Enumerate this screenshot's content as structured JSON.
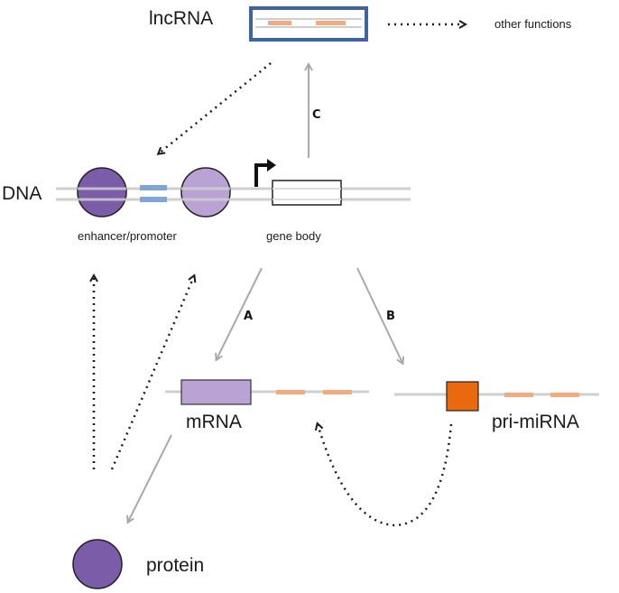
{
  "labels": {
    "lncrna": "lncRNA",
    "other_functions": "other functions",
    "dna": "DNA",
    "enhancer_promoter": "enhancer/promoter",
    "gene_body": "gene body",
    "mrna": "mRNA",
    "pri_mirna": "pri-miRNA",
    "protein": "protein"
  },
  "arrows": {
    "a": "A",
    "b": "B",
    "c": "C"
  },
  "colors": {
    "lncrna_box": "#3f62a0",
    "strand": "#cfcfcf",
    "salmon_segment": "#f2ab7f",
    "blue_segment": "#7fa6d6",
    "dark_purple": "#7a5ca8",
    "light_purple": "#b9a3d4",
    "orange_box": "#e8690e",
    "solid_arrow": "#a9a9a9",
    "dotted_arrow": "#1a1a1a"
  }
}
